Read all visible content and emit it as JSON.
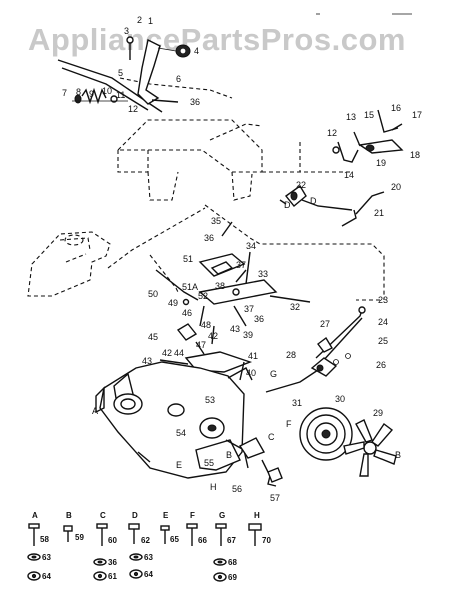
{
  "watermark": "AppliancePartsPros.com",
  "callouts": [
    {
      "label": "1"
    },
    {
      "label": "2"
    },
    {
      "label": "3"
    },
    {
      "label": "4"
    },
    {
      "label": "5"
    },
    {
      "label": "6"
    },
    {
      "label": "7"
    },
    {
      "label": "8"
    },
    {
      "label": "9"
    },
    {
      "label": "10"
    },
    {
      "label": "11"
    },
    {
      "label": "12"
    },
    {
      "label": "36"
    },
    {
      "label": "12"
    },
    {
      "label": "13"
    },
    {
      "label": "15"
    },
    {
      "label": "16"
    },
    {
      "label": "17"
    },
    {
      "label": "18"
    },
    {
      "label": "19"
    },
    {
      "label": "14"
    },
    {
      "label": "22"
    },
    {
      "label": "20"
    },
    {
      "label": "D"
    },
    {
      "label": "D"
    },
    {
      "label": "21"
    },
    {
      "label": "35"
    },
    {
      "label": "36"
    },
    {
      "label": "34"
    },
    {
      "label": "51"
    },
    {
      "label": "37"
    },
    {
      "label": "33"
    },
    {
      "label": "50"
    },
    {
      "label": "51A"
    },
    {
      "label": "38"
    },
    {
      "label": "52"
    },
    {
      "label": "49"
    },
    {
      "label": "32"
    },
    {
      "label": "37"
    },
    {
      "label": "36"
    },
    {
      "label": "48"
    },
    {
      "label": "43"
    },
    {
      "label": "39"
    },
    {
      "label": "46"
    },
    {
      "label": "42"
    },
    {
      "label": "45"
    },
    {
      "label": "47"
    },
    {
      "label": "42"
    },
    {
      "label": "44"
    },
    {
      "label": "41"
    },
    {
      "label": "43"
    },
    {
      "label": "23"
    },
    {
      "label": "24"
    },
    {
      "label": "27"
    },
    {
      "label": "25"
    },
    {
      "label": "28"
    },
    {
      "label": "26"
    },
    {
      "label": "G"
    },
    {
      "label": "31"
    },
    {
      "label": "40"
    },
    {
      "label": "53"
    },
    {
      "label": "30"
    },
    {
      "label": "29"
    },
    {
      "label": "54"
    },
    {
      "label": "F"
    },
    {
      "label": "B"
    },
    {
      "label": "C"
    },
    {
      "label": "E"
    },
    {
      "label": "55"
    },
    {
      "label": "H"
    },
    {
      "label": "56"
    },
    {
      "label": "57"
    },
    {
      "label": "A"
    },
    {
      "label": "B"
    }
  ],
  "hardware": [
    {
      "letter": "A",
      "part": "58",
      "extras": [
        "63",
        "64"
      ]
    },
    {
      "letter": "B",
      "part": "59",
      "extras": []
    },
    {
      "letter": "C",
      "part": "60",
      "extras": [
        "36",
        "61"
      ]
    },
    {
      "letter": "D",
      "part": "62",
      "extras": [
        "63",
        "64"
      ]
    },
    {
      "letter": "E",
      "part": "65",
      "extras": []
    },
    {
      "letter": "F",
      "part": "66",
      "extras": []
    },
    {
      "letter": "G",
      "part": "67",
      "extras": [
        "68",
        "69"
      ]
    },
    {
      "letter": "H",
      "part": "70",
      "extras": []
    }
  ]
}
